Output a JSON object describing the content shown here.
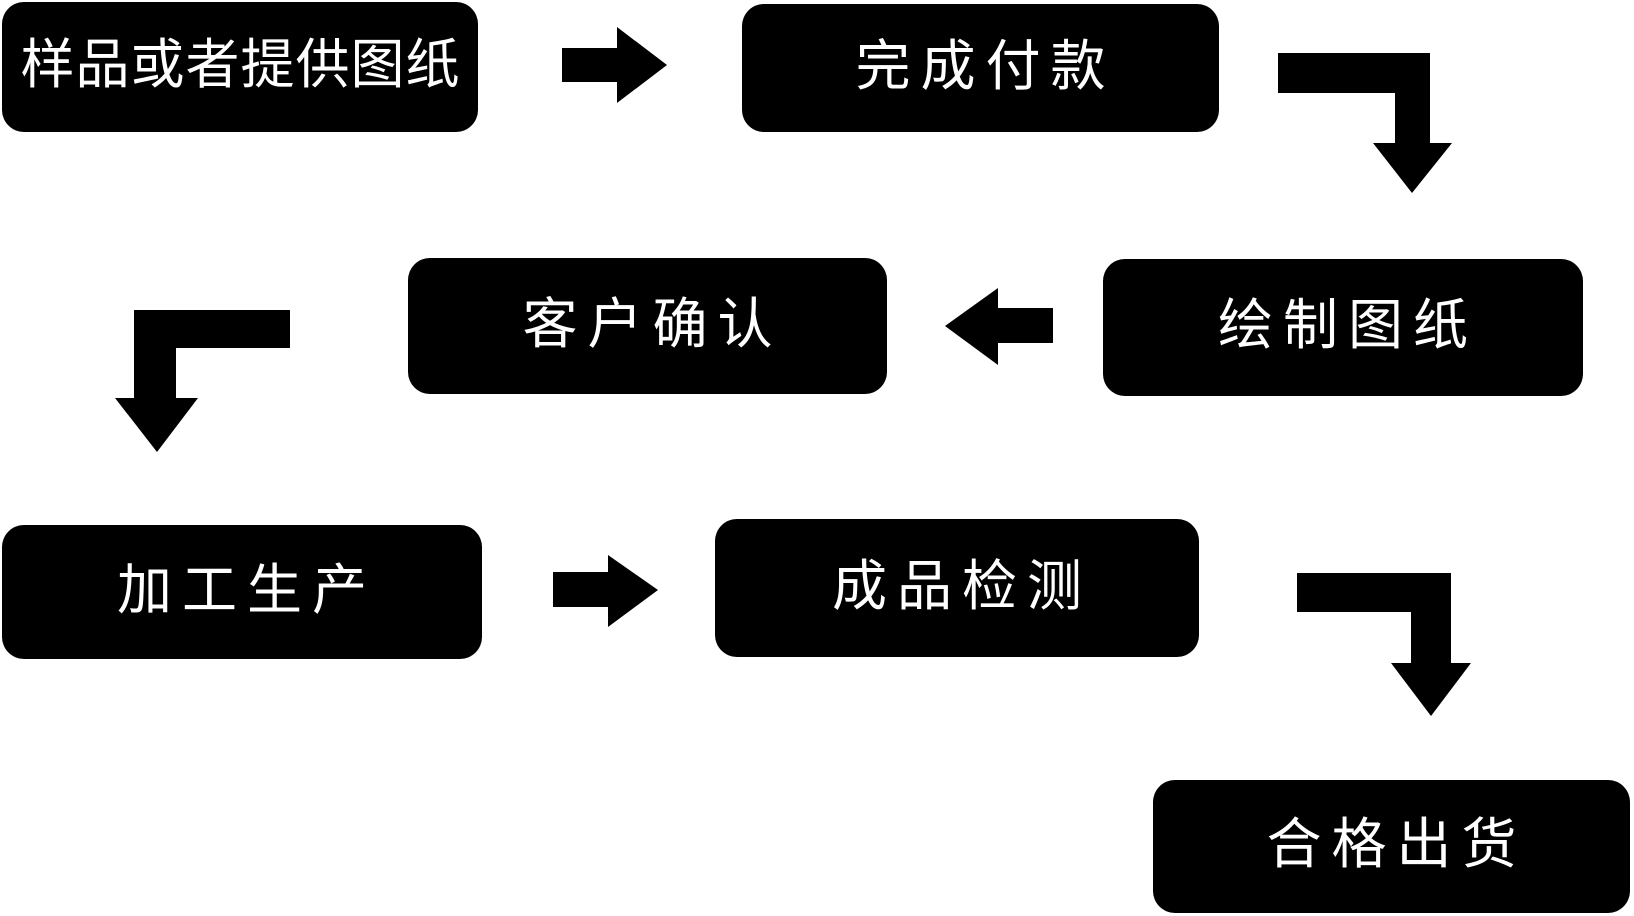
{
  "diagram": {
    "type": "flowchart",
    "nodes": [
      {
        "id": "sample",
        "label": "样品或者提供图纸"
      },
      {
        "id": "payment",
        "label": "完成付款"
      },
      {
        "id": "draw",
        "label": "绘制图纸"
      },
      {
        "id": "confirm",
        "label": "客户确认"
      },
      {
        "id": "production",
        "label": "加工生产"
      },
      {
        "id": "inspection",
        "label": "成品检测"
      },
      {
        "id": "shipment",
        "label": "合格出货"
      }
    ],
    "edges": [
      {
        "from": "样品或者提供图纸",
        "to": "完成付款",
        "arrow": "right"
      },
      {
        "from": "完成付款",
        "to": "绘制图纸",
        "arrow": "elbow-right-down"
      },
      {
        "from": "绘制图纸",
        "to": "客户确认",
        "arrow": "left"
      },
      {
        "from": "客户确认",
        "to": "加工生产",
        "arrow": "elbow-left-down"
      },
      {
        "from": "加工生产",
        "to": "成品检测",
        "arrow": "right"
      },
      {
        "from": "成品检测",
        "to": "合格出货",
        "arrow": "elbow-right-down"
      }
    ],
    "colors": {
      "node_bg": "#000000",
      "node_text": "#ffffff",
      "arrow": "#000000",
      "background": "#ffffff"
    }
  }
}
